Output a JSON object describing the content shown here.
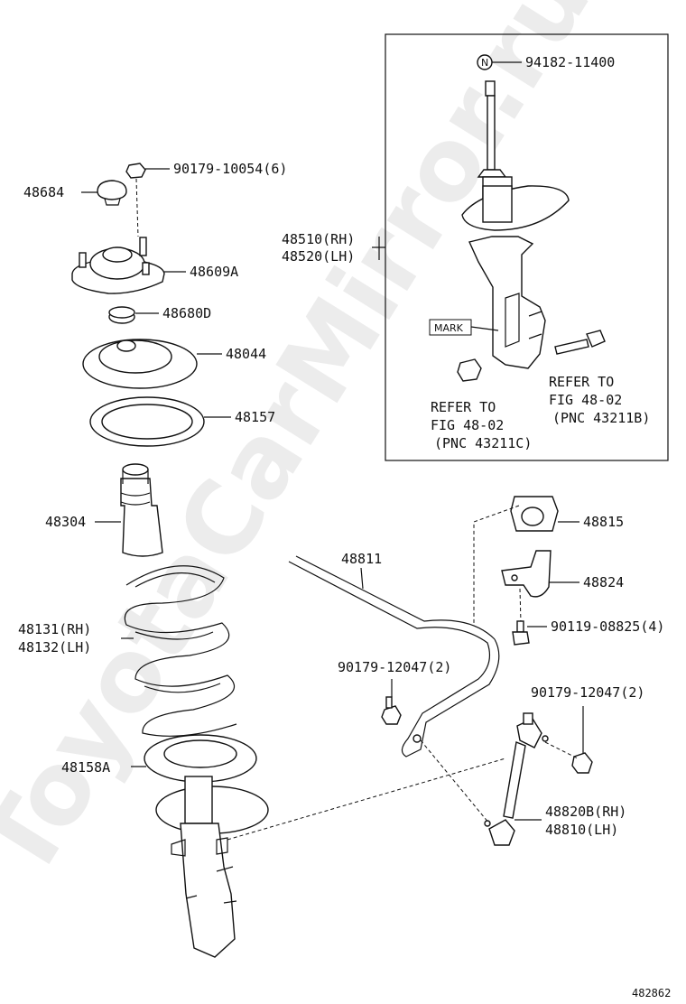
{
  "watermark": "ToyotaCarMirror.ru",
  "figure_id": "482862",
  "inset_mark": "MARK",
  "nut_symbol": "N",
  "labels": {
    "p94182": "94182-11400",
    "p90179_10054": "90179-10054(6)",
    "p48684": "48684",
    "p48609A": "48609A",
    "p48680D": "48680D",
    "p48044": "48044",
    "p48157": "48157",
    "p48304": "48304",
    "p48131": "48131(RH)",
    "p48132": "48132(LH)",
    "p48158A": "48158A",
    "p48510": "48510(RH)",
    "p48520": "48520(LH)",
    "p48811": "48811",
    "p48815": "48815",
    "p48824": "48824",
    "p90119": "90119-08825(4)",
    "p90179_12047_a": "90179-12047(2)",
    "p90179_12047_b": "90179-12047(2)",
    "p48820B": "48820B(RH)",
    "p48810": "48810(LH)"
  },
  "refs": {
    "ref_c_1": "REFER TO",
    "ref_c_2": "FIG 48-02",
    "ref_c_3": "(PNC 43211C)",
    "ref_b_1": "REFER TO",
    "ref_b_2": "FIG 48-02",
    "ref_b_3": "(PNC 43211B)"
  }
}
